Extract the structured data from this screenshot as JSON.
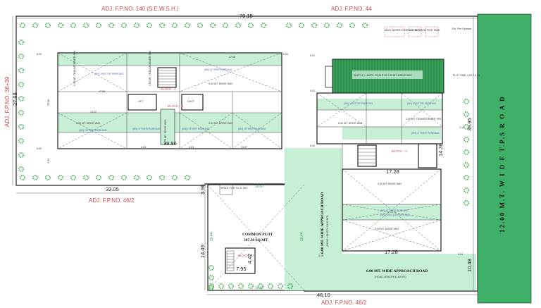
{
  "boundary_labels": {
    "north_left": "ADJ. F.P.NO. 140 (S.E.W.S.H.)",
    "north_right": "ADJ. F.P.NO. 44",
    "west": "ADJ. F.P.NO. 38+39",
    "south_mid": "ADJ. F.P.NO. 46/2",
    "south_bottom": "ADJ. F.P.NO. 46/2"
  },
  "road_label": "12.00 M.T. W I D E   T.P.S  R O A D",
  "common_plot": {
    "title": "COMMON PLOT",
    "area": "307.39 SQ.MT.",
    "block": "BLOCK - D",
    "dim_w": "7.95",
    "dim_h": "4.42"
  },
  "approach_road": {
    "vertical_title": "6.00 MT. WIDE APPROACH ROAD",
    "vertical_sub": "(ROAD LENGTH 51.62 MT)",
    "horizontal_title": "6.00 MT. WIDE APPROACH ROAD",
    "horizontal_sub": "(ROAD LENGTH 51.62 MT)"
  },
  "dimensions": {
    "top_width": "79.15",
    "left_height": "27.98",
    "bottom_left": "33.05",
    "bottom_total": "46.10",
    "right_top": "39.95",
    "right_bottom": "10.48",
    "left_low": "14.49",
    "left_mid": "3.96",
    "block_span": "39.96",
    "right_block": "17.28",
    "right_block_low": "17.28",
    "cp_top": "10.67",
    "cp_bottom": "10.67",
    "cp_left": "10.44",
    "cp_right": "10.44",
    "blk_c": "14.38"
  },
  "offsets": {
    "top_a": "6.00",
    "top_b": "17.68",
    "top_c": "3.96",
    "top_d": "8.51",
    "top_e": "6.00",
    "mid_a": "17.68",
    "mid_b": "13.97",
    "bot_a": "6.00",
    "bot_b": "4.03",
    "bot_c": "4.03",
    "bot_d": "13.97",
    "right_a": "9.51",
    "right_b": "6.00",
    "right_c": "3.15",
    "right_d": "3.15",
    "right_e": "3.24",
    "left_a": "15.96",
    "left_b": "4.03"
  },
  "notes": {
    "water_tank": "MAIN WATER STORAGE TANK",
    "ug_tank": "U.G.W.T TANK",
    "fire_tank": "FIRE TANK",
    "fire_hydrant": "Ext. Fire Hydrant",
    "mech_parking": "SUPPLY / LIMITS, SCALE 40 1:25 MT. DRIVE WAY",
    "plot_area": "PLOT SIDE 4.00 X 6.15",
    "space_for": "SPACE FOR T.E.E. SET",
    "block_a": "BLOCK - A",
    "block_b": "BLOCK - B",
    "block_c": "BLOCK - C",
    "drive_1": "3.00 MT. DRIVE WAY",
    "drive_2": "2.00 MT. DRIVE WAY",
    "drive_3": "6.00 MT. DRIVE WAY",
    "drive_4": "2.00 MT. DRIVE WAY",
    "drive_5": "3.00 MT. DRIVE WAY",
    "drive_6": "3.00 MT. DRIVE WAY",
    "drive_7": "2.75 MT. DRIVE WAY",
    "drive_c": "6.00 MT. DRIVE WAY",
    "drive_d": "3.00 MT. DRIVE WAY",
    "transformer": "2.00 MT. TRANSFORMER SPA",
    "lift": "LIFT",
    "duct": "DUCT"
  },
  "parking_labels": {
    "p1": "(9N) VISITOR PARKING",
    "p2": "(8N) OTHER PARKING",
    "p3": "(8N) OTHER PARKING",
    "p4": "(8N) OTHER PARKING",
    "p5": "(8N) OTHER PARKING",
    "p6": "(8N) OTHER PARKING",
    "p7": "(8N) OTHER PARKING",
    "p8": "(8N) OTHER PARKING",
    "p9": "(8N) OTHER PARKING",
    "p10": "(9N) VISITOR PARKING",
    "p11": "(9N) VISITOR PARKING",
    "p12": "(8N) OTHER PARKING",
    "p13": "(8N) OTHER PARKING",
    "p14": "(9N) VISITOR PARKING"
  },
  "colors": {
    "green_fill": "#c6efd6",
    "dark_green": "#2e7d32",
    "boundary_red": "#d04848",
    "tree_green": "#2eaa3e",
    "road_green": "#3fb067"
  }
}
